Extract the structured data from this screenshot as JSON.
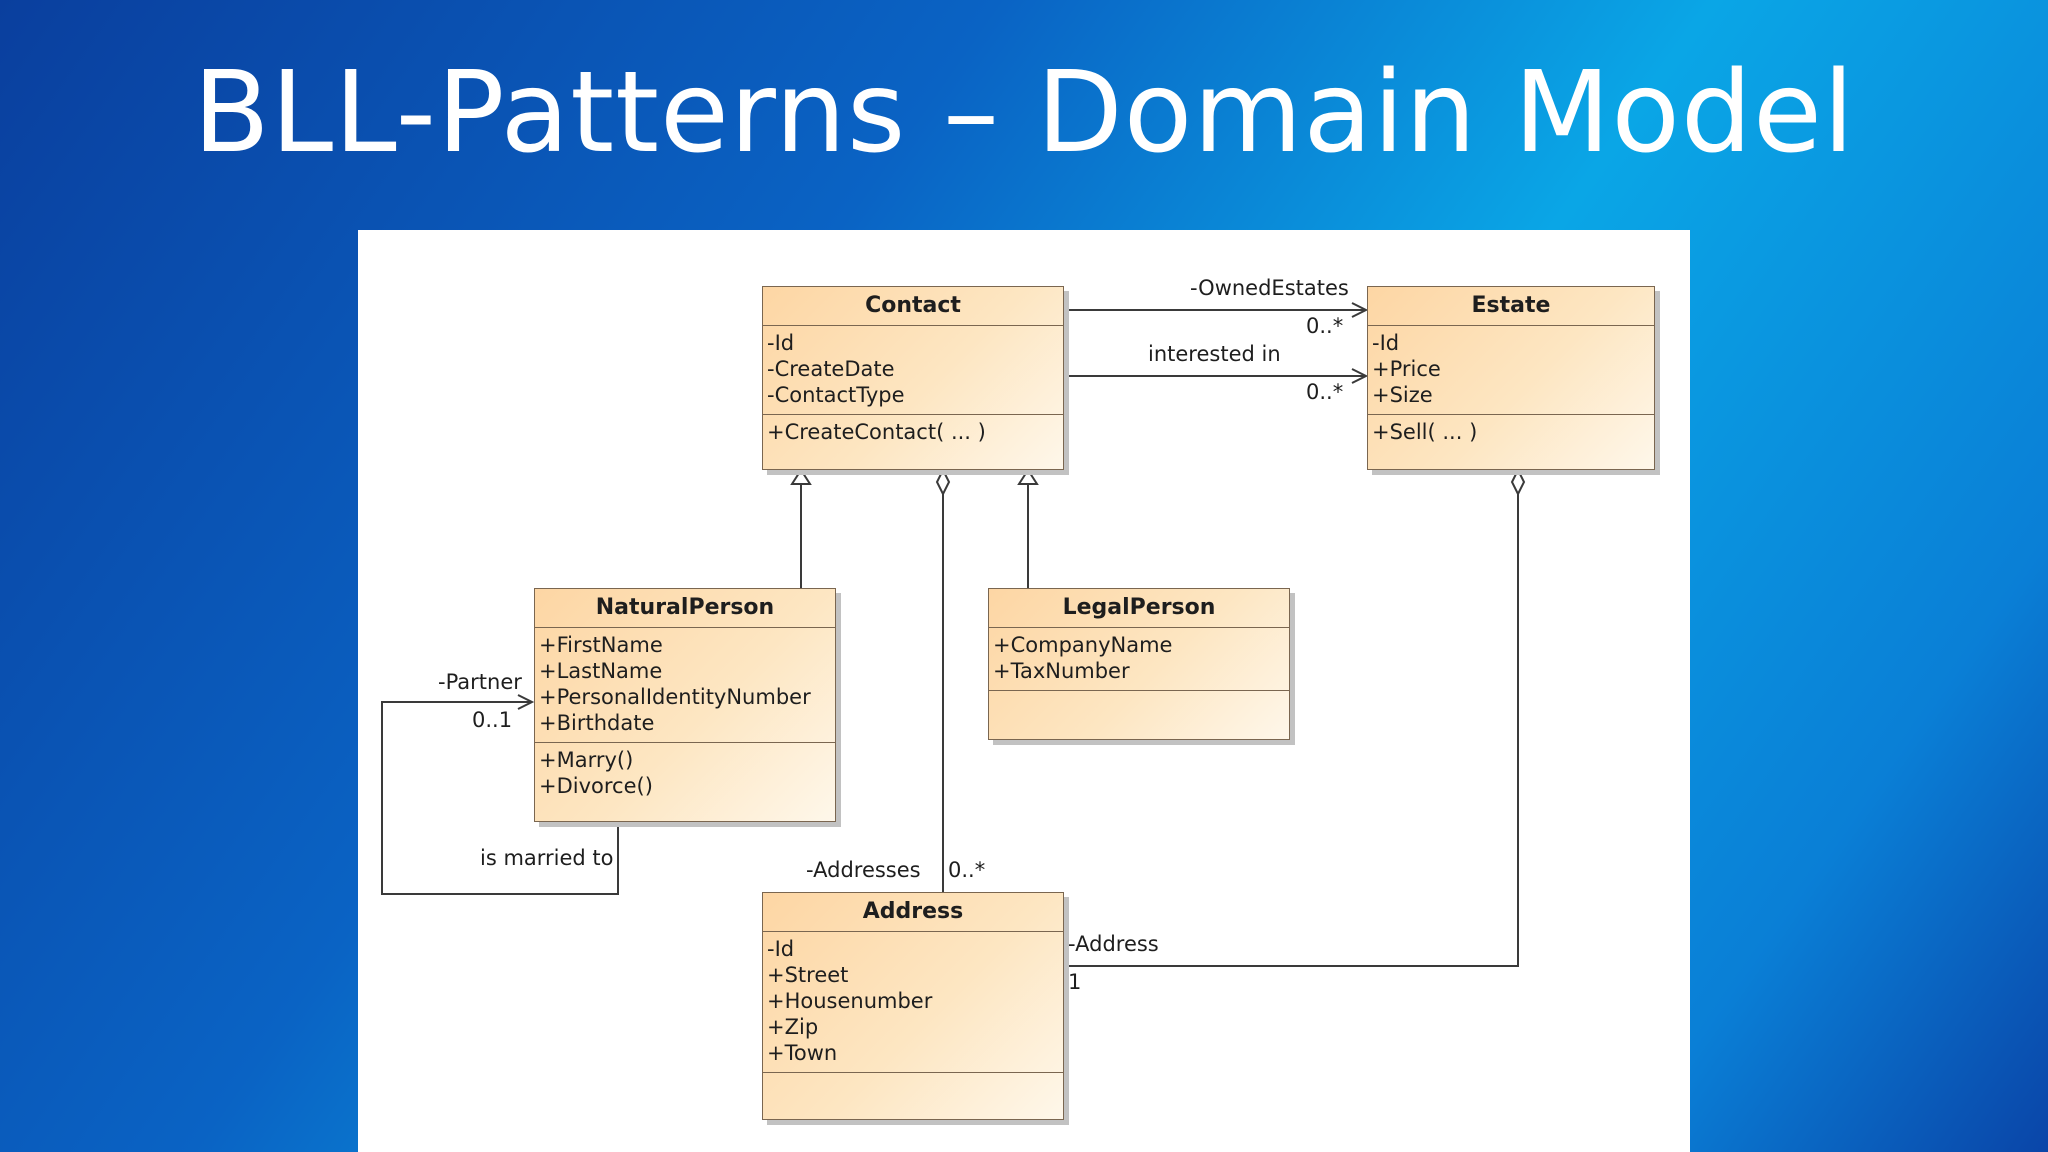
{
  "slide": {
    "title": "BLL-Patterns – Domain Model"
  },
  "diagram": {
    "classes": {
      "contact": {
        "name": "Contact",
        "attributes": [
          "-Id",
          "-CreateDate",
          "-ContactType"
        ],
        "operations": [
          "+CreateContact( ... )"
        ]
      },
      "estate": {
        "name": "Estate",
        "attributes": [
          "-Id",
          "+Price",
          "+Size"
        ],
        "operations": [
          "+Sell( ... )"
        ]
      },
      "natural_person": {
        "name": "NaturalPerson",
        "attributes": [
          "+FirstName",
          "+LastName",
          "+PersonalIdentityNumber",
          "+Birthdate"
        ],
        "operations": [
          "+Marry()",
          "+Divorce()"
        ]
      },
      "legal_person": {
        "name": "LegalPerson",
        "attributes": [
          "+CompanyName",
          "+TaxNumber"
        ],
        "operations": []
      },
      "address": {
        "name": "Address",
        "attributes": [
          "-Id",
          "+Street",
          "+Housenumber",
          "+Zip",
          "+Town"
        ],
        "operations": []
      }
    },
    "associations": {
      "owned_estates": {
        "role": "-OwnedEstates",
        "multiplicity": "0..*"
      },
      "interested_in": {
        "name": "interested in",
        "multiplicity": "0..*"
      },
      "partner": {
        "role": "-Partner",
        "multiplicity": "0..1",
        "name": "is married to"
      },
      "addresses": {
        "role": "-Addresses",
        "multiplicity": "0..*"
      },
      "estate_address": {
        "role": "-Address",
        "multiplicity": "1"
      }
    },
    "colors": {
      "class_fill_start": "#fdd6a4",
      "class_fill_end": "#fef7ea",
      "class_border": "#7a6650",
      "line": "#3a3a3a"
    }
  }
}
